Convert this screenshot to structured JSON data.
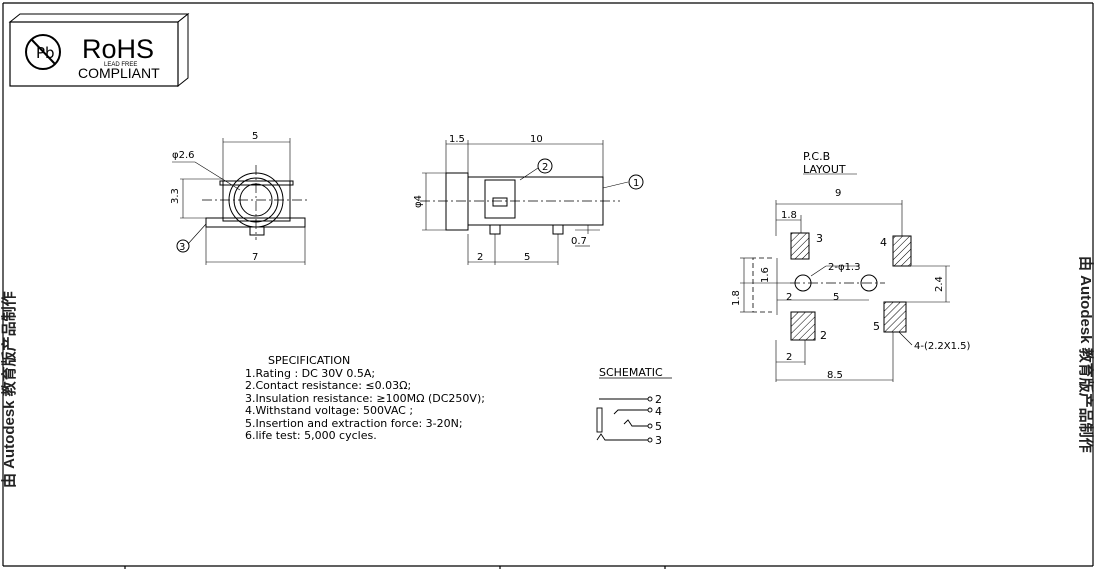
{
  "rohs": {
    "title": "RoHS",
    "lead_free": "LEAD FREE",
    "compliant": "COMPLIANT",
    "logo_letter": "Pb"
  },
  "watermark": "由 Autodesk 教育版产品制作",
  "front_view": {
    "dim_width": "5",
    "dim_diameter": "φ2.6",
    "dim_height": "3.3",
    "dim_base": "7",
    "callout": "3"
  },
  "side_view": {
    "dim_flange": "1.5",
    "dim_length": "10",
    "dim_diameter": "φ4",
    "dim_pin": "2",
    "dim_spacing": "5",
    "dim_offset": "0.7",
    "callout_1": "1",
    "callout_2": "2"
  },
  "pcb": {
    "title_1": "P.C.B",
    "title_2": "LAYOUT",
    "dim_9": "9",
    "dim_1_8_top": "1.8",
    "dim_1_6": "1.6",
    "dim_1_8_side": "1.8",
    "dim_2_left": "2",
    "dim_5": "5",
    "dim_2_4": "2.4",
    "dim_2_bottom": "2",
    "dim_8_5": "8.5",
    "hole_label": "2-φ1.3",
    "pad_label": "4-(2.2X1.5)",
    "pad_3": "3",
    "pad_4": "4",
    "pad_2": "2",
    "pad_5": "5"
  },
  "specification": {
    "title": "SPECIFICATION",
    "lines": [
      "1.Rating : DC 30V 0.5A;",
      "2.Contact resistance: ≤0.03Ω;",
      "3.Insulation resistance: ≥100MΩ (DC250V);",
      "4.Withstand voltage: 500VAC ;",
      "5.Insertion and extraction force: 3-20N;",
      "6.life test: 5,000 cycles."
    ]
  },
  "schematic": {
    "title": "SCHEMATIC",
    "pins": [
      "2",
      "4",
      "5",
      "3"
    ]
  },
  "colors": {
    "line": "#000000",
    "center_line": "#000000",
    "background": "#ffffff"
  }
}
